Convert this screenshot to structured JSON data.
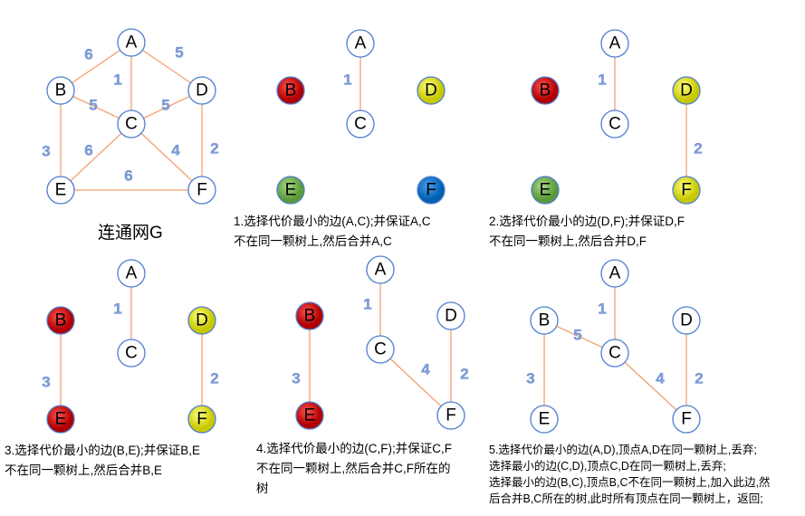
{
  "graph_title": "连通网G",
  "nodes": {
    "A": "A",
    "B": "B",
    "C": "C",
    "D": "D",
    "E": "E",
    "F": "F"
  },
  "weights": {
    "AB": "6",
    "AD": "5",
    "AC": "1",
    "BC": "5",
    "CD": "5",
    "BE": "3",
    "CE": "6",
    "CF": "4",
    "DF": "2",
    "EF": "6"
  },
  "colors": {
    "red": "#c00000",
    "yellow": "#e8e800",
    "green": "#70ad47",
    "blue": "#0070c0",
    "edge": "#f4a070",
    "node_border": "#4f7fd0"
  },
  "steps": [
    {
      "lines": [
        "1.选择代价最小的边(A,C);并保证A,C",
        "不在同一颗树上,然后合并A,C"
      ]
    },
    {
      "lines": [
        "2.选择代价最小的边(D,F);并保证D,F",
        "不在同一颗树上,然后合并D,F"
      ]
    },
    {
      "lines": [
        "3.选择代价最小的边(B,E);并保证B,E",
        "不在同一颗树上,然后合并B,E"
      ]
    },
    {
      "lines": [
        "4.选择代价最小的边(C,F);并保证C,F",
        "不在同一颗树上,然后合并C,F所在的",
        "树"
      ]
    },
    {
      "lines": [
        "5.选择代价最小的边(A,D),顶点A,D在同一颗树上,丢弃;",
        "选择最小的边(C,D),顶点C,D在同一颗树上,丢弃;",
        "选择最小的边(B,C),顶点B,C不在同一颗树上,加入此边,然",
        "后合并B,C所在的树,此时所有顶点在同一颗树上，返回;"
      ]
    }
  ]
}
